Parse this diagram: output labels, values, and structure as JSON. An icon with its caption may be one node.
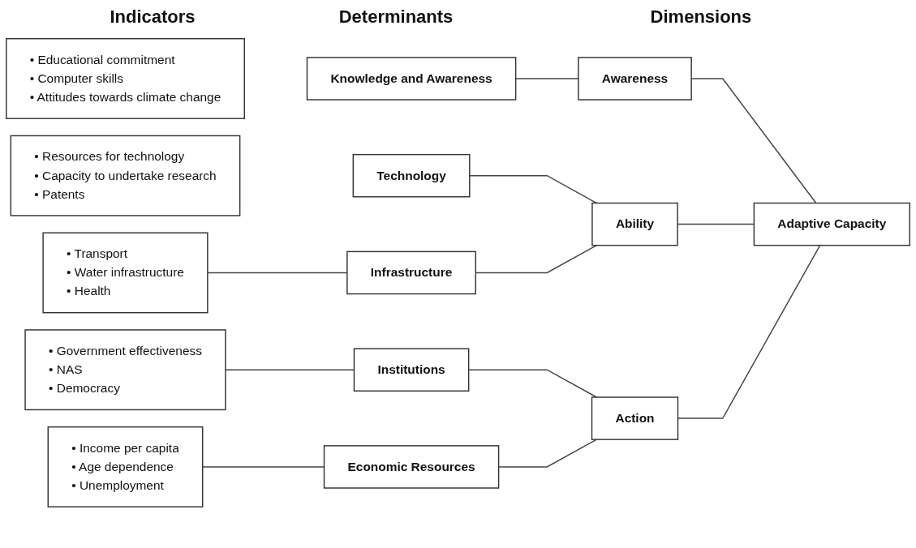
{
  "diagram": {
    "nodes": [
      {
        "text": [
          "• Educational commitment",
          "• Computer skills",
          "• Attitudes towards climate change"
        ]
      },
      {
        "text": [
          "• Resources for technology",
          "• Capacity to undertake research",
          "• Patents"
        ]
      },
      {
        "text": [
          "• Transport",
          "• Water infrastructure",
          "• Health"
        ]
      },
      {
        "text": [
          "• Government effectiveness",
          "• NAS",
          "• Democracy"
        ]
      },
      {
        "text": [
          "• Income per capita",
          "• Age dependence",
          "• Unemployment"
        ]
      },
      {
        "text": [
          "Knowledge and Awareness"
        ]
      },
      {
        "text": [
          "Technology"
        ]
      },
      {
        "text": [
          "Infrastructure"
        ]
      },
      {
        "text": [
          "Institutions"
        ]
      },
      {
        "text": [
          "Economic Resources"
        ]
      },
      {
        "text": [
          "Awareness"
        ]
      },
      {
        "text": [
          "Ability"
        ]
      },
      {
        "text": [
          "Action"
        ]
      },
      {
        "text": [
          "Adaptive Capacity"
        ]
      }
    ],
    "edges": [
      {
        "from": 2,
        "to": 7,
        "arrow": "none"
      },
      {
        "from": 3,
        "to": 8,
        "arrow": "none"
      },
      {
        "from": 4,
        "to": 9,
        "arrow": "none"
      },
      {
        "from": 5,
        "to": 10,
        "arrow": "none"
      },
      {
        "from": 6,
        "to": 11,
        "arrow": "none"
      },
      {
        "from": 7,
        "to": 11,
        "arrow": "none"
      },
      {
        "from": 8,
        "to": 12,
        "arrow": "none"
      },
      {
        "from": 9,
        "to": 12,
        "arrow": "none"
      },
      {
        "from": 10,
        "to": 13,
        "arrow": "none"
      },
      {
        "from": 11,
        "to": 13,
        "arrow": "none"
      },
      {
        "from": 12,
        "to": 13,
        "arrow": "none"
      }
    ],
    "labels": [
      "Indicators",
      "Determinants",
      "Dimensions"
    ]
  }
}
